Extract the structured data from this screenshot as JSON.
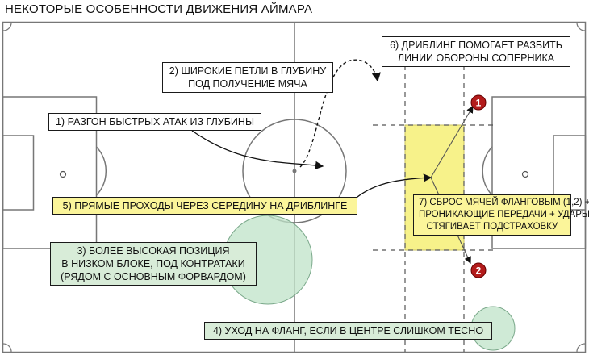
{
  "title": "НЕКОТОРЫЕ ОСОБЕННОСТИ ДВИЖЕНИЯ АЙМАРА",
  "colors": {
    "pitch_lines": "#777777",
    "highlight_zone": "#f7f28a",
    "bubble": "#bfe3c8",
    "marker": "#b31b1b"
  },
  "annotations": {
    "a1": "1) РАЗГОН БЫСТРЫХ АТАК ИЗ ГЛУБИНЫ",
    "a2_line1": "2) ШИРОКИЕ ПЕТЛИ В ГЛУБИНУ",
    "a2_line2": "ПОД ПОЛУЧЕНИЕ МЯЧА",
    "a3_line1": "3) БОЛЕЕ ВЫСОКАЯ ПОЗИЦИЯ",
    "a3_line2": "В НИЗКОМ БЛОКЕ, ПОД КОНТРАТАКИ",
    "a3_line3": "(РЯДОМ С ОСНОВНЫМ ФОРВАРДОМ)",
    "a4": "4) УХОД НА ФЛАНГ, ЕСЛИ В ЦЕНТРЕ СЛИШКОМ ТЕСНО",
    "a5": "5) ПРЯМЫЕ ПРОХОДЫ ЧЕРЕЗ СЕРЕДИНУ НА ДРИБЛИНГЕ",
    "a6_line1": "6) ДРИБЛИНГ ПОМОГАЕТ РАЗБИТЬ",
    "a6_line2": "ЛИНИИ ОБОРОНЫ СОПЕРНИКА",
    "a7_line1": "7) СБРОС МЯЧЕЙ ФЛАНГОВЫМ (1,2) +",
    "a7_line2": "ПРОНИКАЮЩИЕ ПЕРЕДАЧИ + УДАРЫ +",
    "a7_line3": "СТЯГИВАЕТ ПОДСТРАХОВКУ"
  },
  "markers": {
    "m1": "1",
    "m2": "2"
  }
}
